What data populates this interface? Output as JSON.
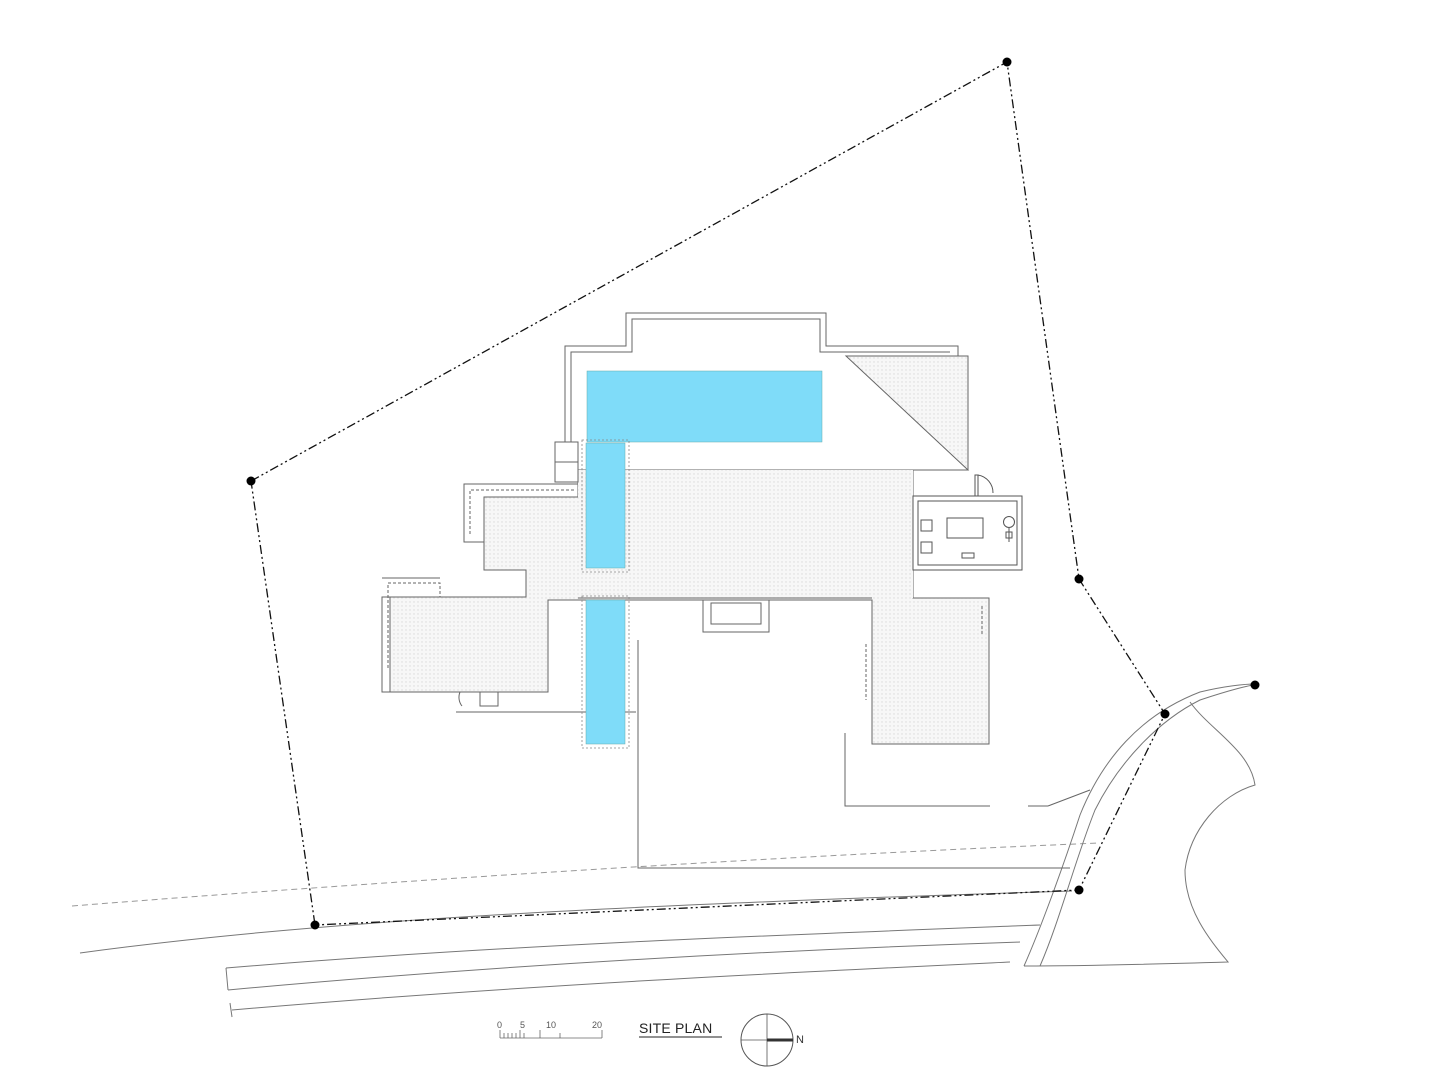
{
  "title": "SITE PLAN",
  "scale_bar": {
    "labels": [
      "0",
      "5",
      "10",
      "20"
    ]
  },
  "north_label": "N",
  "colors": {
    "pool": "#7fdcf9",
    "line": "#555555",
    "boundary": "#111111",
    "paving": "#f2f2f2"
  }
}
